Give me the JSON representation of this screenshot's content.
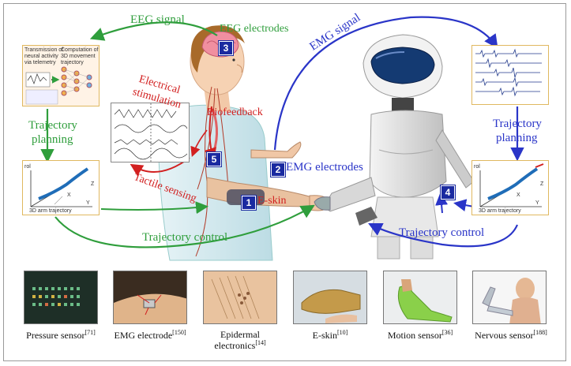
{
  "labels": {
    "eeg_signal": "EEG signal",
    "eeg_electrodes": "EEG electrodes",
    "emg_signal": "EMG signal",
    "electrical_stimulation_1": "Electrical",
    "electrical_stimulation_2": "stimulation",
    "biofeedback": "Biofeedback",
    "trajectory_planning_left_1": "Trajectory",
    "trajectory_planning_left_2": "planning",
    "trajectory_planning_right_1": "Trajectory",
    "trajectory_planning_right_2": "planning",
    "tactile_sensing": "Tactile sensing",
    "e_skin": "E-skin",
    "emg_electrodes": "EMG electrodes",
    "trajectory_control_left": "Trajectory control",
    "trajectory_control_right": "Trajectory control"
  },
  "badges": {
    "b1": "1",
    "b2": "2",
    "b3": "3",
    "b4": "4",
    "b5": "5"
  },
  "panels": {
    "neural_text_1": "Transmission of",
    "neural_text_2": "neural activity",
    "neural_text_3": "via telemetry",
    "compute_text_1": "Computation of",
    "compute_text_2": "3D movement",
    "compute_text_3": "trajectory",
    "arm_left_caption": "3D arm trajectory",
    "arm_right_caption": "3D arm trajectory",
    "axis_x": "X",
    "axis_y": "Y",
    "axis_z": "Z",
    "axis_rol": "rol"
  },
  "sensors": [
    {
      "name": "Pressure sensor",
      "ref": "[71]"
    },
    {
      "name": "EMG electrode",
      "ref": "[150]"
    },
    {
      "name": "Epidermal",
      "name2": "electronics",
      "ref": "[14]"
    },
    {
      "name": "E-skin",
      "ref": "[10]"
    },
    {
      "name": "Motion sensor",
      "ref": "[36]"
    },
    {
      "name": "Nervous sensor",
      "ref": "[188]"
    }
  ],
  "colors": {
    "green": "#2f9e3c",
    "blue": "#2a35c8",
    "red": "#d22020",
    "badge": "#1a2aa0"
  }
}
